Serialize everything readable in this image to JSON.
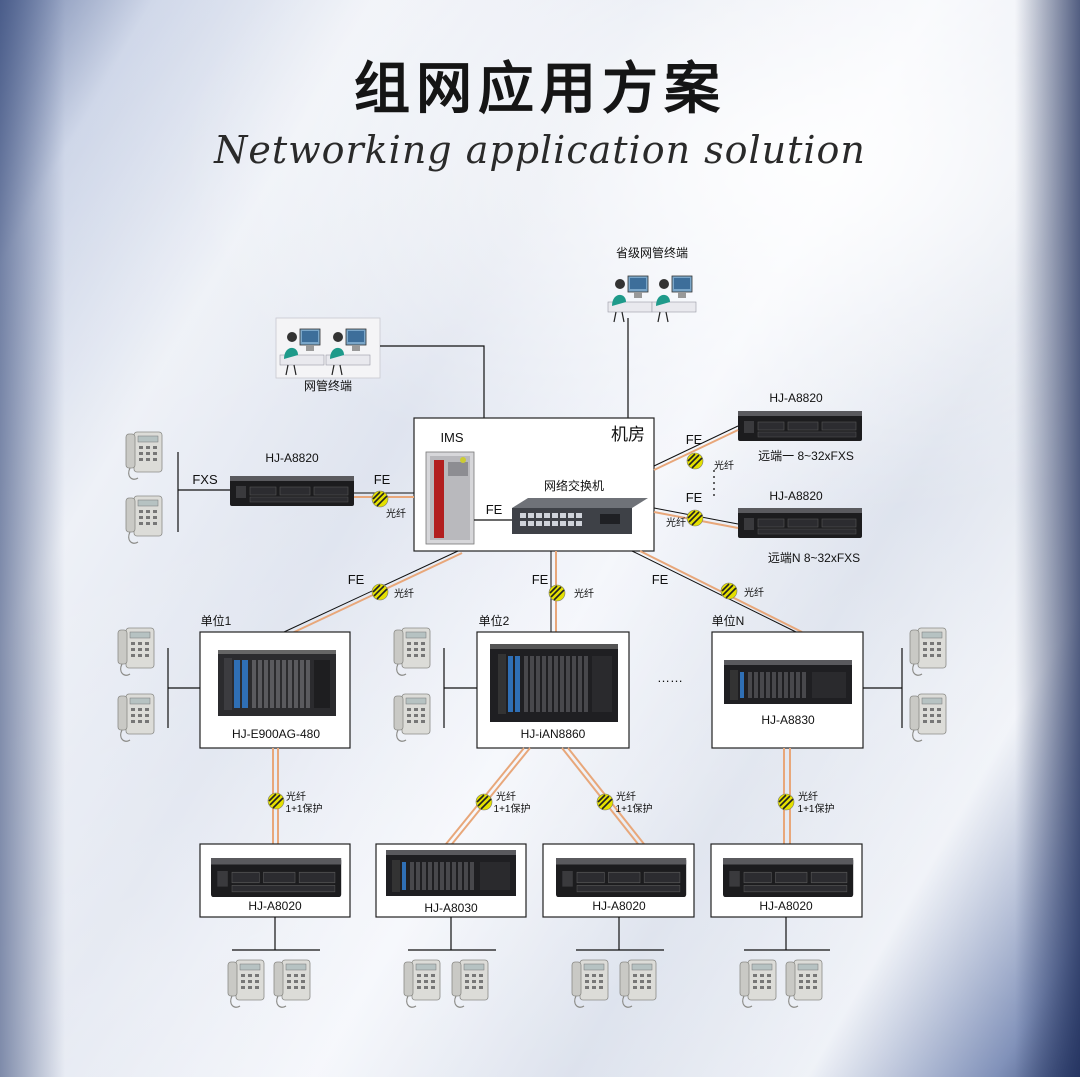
{
  "title": "组网应用方案",
  "subtitle": "Networking application solution",
  "colors": {
    "fiber": "#e8a77a",
    "line": "#111111",
    "box": "#ffffff"
  },
  "nms": {
    "provincial_label": "省级网管终端",
    "local_label": "网管终端"
  },
  "machine_room": {
    "label": "机房",
    "ims_label": "IMS",
    "switch_label": "网络交换机",
    "fe_label": "FE"
  },
  "left_device": {
    "model": "HJ-A8820",
    "fxs_label": "FXS",
    "fe_label": "FE",
    "fiber_label": "光纤"
  },
  "remote_top": {
    "model": "HJ-A8820",
    "caption": "远端一 8~32xFXS",
    "fe_label": "FE",
    "fiber_label": "光纤"
  },
  "remote_bottom": {
    "model": "HJ-A8820",
    "caption": "远端N 8~32xFXS",
    "fe_label": "FE",
    "fiber_label": "光纤"
  },
  "units": [
    {
      "name": "单位1",
      "model": "HJ-E900AG-480",
      "fe_label": "FE",
      "fiber_label": "光纤"
    },
    {
      "name": "单位2",
      "model": "HJ-iAN8860",
      "fe_label": "FE",
      "fiber_label": "光纤"
    },
    {
      "name": "单位N",
      "model": "HJ-A8830",
      "fe_label": "FE",
      "fiber_label": "光纤"
    }
  ],
  "units_ellipsis": "……",
  "bottom_devices": [
    {
      "model": "HJ-A8020"
    },
    {
      "model": "HJ-A8030"
    },
    {
      "model": "HJ-A8020"
    },
    {
      "model": "HJ-A8020"
    }
  ],
  "fiber_link_label": "光纤",
  "protection_label": "1+1保护"
}
